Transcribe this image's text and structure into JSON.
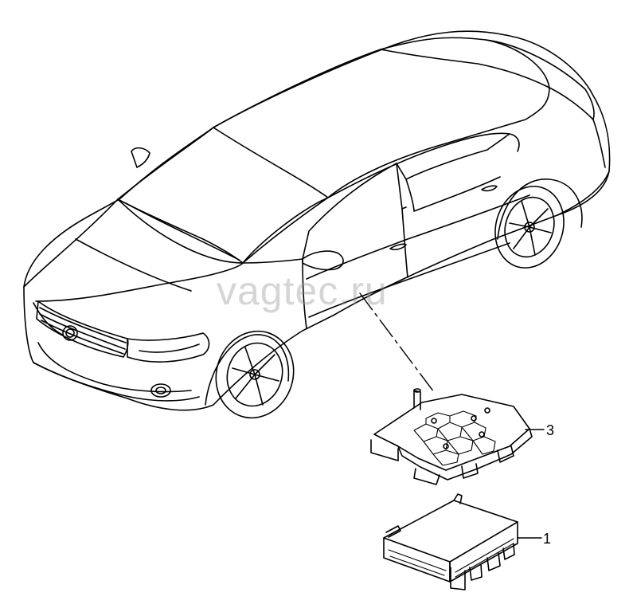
{
  "watermark": "vagtec.ru",
  "callouts": [
    {
      "id": "callout-3",
      "label": "3"
    },
    {
      "id": "callout-1",
      "label": "1"
    }
  ],
  "colors": {
    "line": "#000000",
    "background": "#ffffff",
    "watermark": "#969696"
  }
}
